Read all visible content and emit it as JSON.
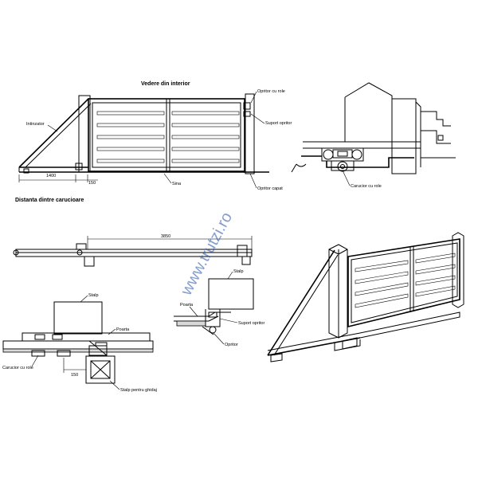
{
  "title": "Vedere din interior",
  "subtitle": "Distanta dintre carucioare",
  "labels": {
    "intinzator": "Intinzator",
    "opritor_cu_role": "Opritor cu role",
    "suport_opritor": "Suport opritor",
    "opritor_capat": "Opritor capat",
    "sina": "Sina",
    "carucior_cu_role_top": "Carucior cu role",
    "stalp_a": "Stalp",
    "poarta_a": "Poarta",
    "carucior_cu_role_bottom": "Carucior cu role",
    "stalp_pentru_ghidaj": "Stalp pentru ghidaj",
    "stalp_b": "Stalp",
    "poarta_b": "Poarta",
    "suport_opritor_b": "Suport opritor",
    "opritor": "Opritor"
  },
  "dimensions": {
    "d1400": "1400",
    "d150_top": "150",
    "d3850": "3850",
    "d150_bottom": "150"
  },
  "watermark": "www.trutzi.ro"
}
